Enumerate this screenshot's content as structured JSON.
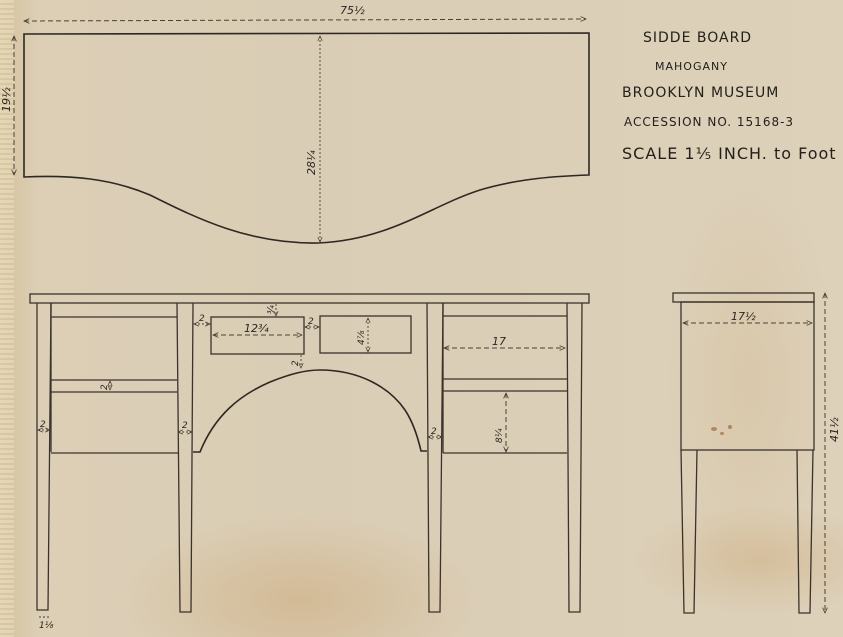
{
  "title_block": {
    "line1": "SIDDE BOARD",
    "line2": "MAHOGANY",
    "line3": "BROOKLYN MUSEUM",
    "line4": "ACCESSION NO. 15168-3",
    "line5": "SCALE 1⅕ INCH. to Foot"
  },
  "top_view": {
    "width_label": "75½",
    "depth_end_label": "19½",
    "depth_center_label": "28¼"
  },
  "front_view": {
    "top_rail_label": "¾",
    "stile_left_label": "2",
    "center_drawer_width_label": "12¾",
    "drawer_gap_label": "2",
    "small_drawer_height_label": "4⅞",
    "under_drawer_rail_label": "2",
    "side_drawer_width_label": "17",
    "side_rail_label": "2",
    "side_lower_drawer_height_label": "8¼",
    "left_leg_width_label": "2",
    "inner_left_leg_label": "2",
    "inner_right_leg_label": "2",
    "leg_foot_label": "1⅛"
  },
  "side_view": {
    "depth_label": "17½",
    "height_label": "41½"
  },
  "colors": {
    "paper": "#dacdb5",
    "ink": "#3a332b",
    "stain": "#c4965a"
  }
}
